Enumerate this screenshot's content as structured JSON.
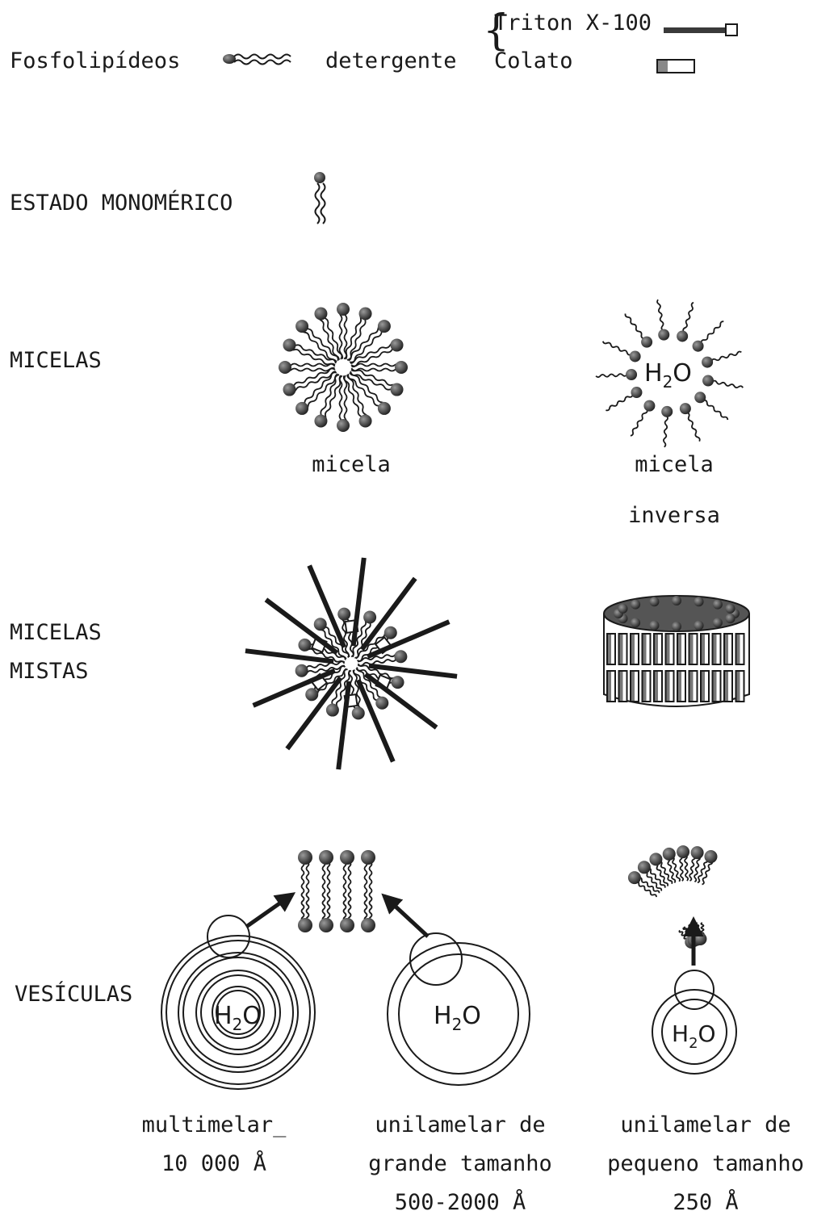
{
  "legend": {
    "phospholipid_label": "Fosfolipídeos",
    "detergent_label": "detergente",
    "triton_label": "Triton X-100",
    "cholate_label": "Colato"
  },
  "rows": {
    "monomer": "ESTADO MONOMÉRICO",
    "micelles": "MICELAS",
    "mixed_line1": "MICELAS",
    "mixed_line2": "MISTAS",
    "vesicles": "VESÍCULAS"
  },
  "micelles": {
    "normal_label": "micela",
    "inverse_line1": "micela",
    "inverse_line2": "inversa",
    "water_main": "H",
    "water_sub": "2",
    "water_tail": "O"
  },
  "vesicles": [
    {
      "line1": "multimelar_",
      "line2": "10 000 Å",
      "line3": ""
    },
    {
      "line1": "unilamelar de",
      "line2": "grande tamanho",
      "line3": "500-2000 Å"
    },
    {
      "line1": "unilamelar de",
      "line2": "pequeno tamanho",
      "line3": "250 Å"
    }
  ],
  "colors": {
    "ink": "#1a1a1a",
    "head_fill": "#2a2a2a",
    "head_shade": "#8a8a8a"
  }
}
